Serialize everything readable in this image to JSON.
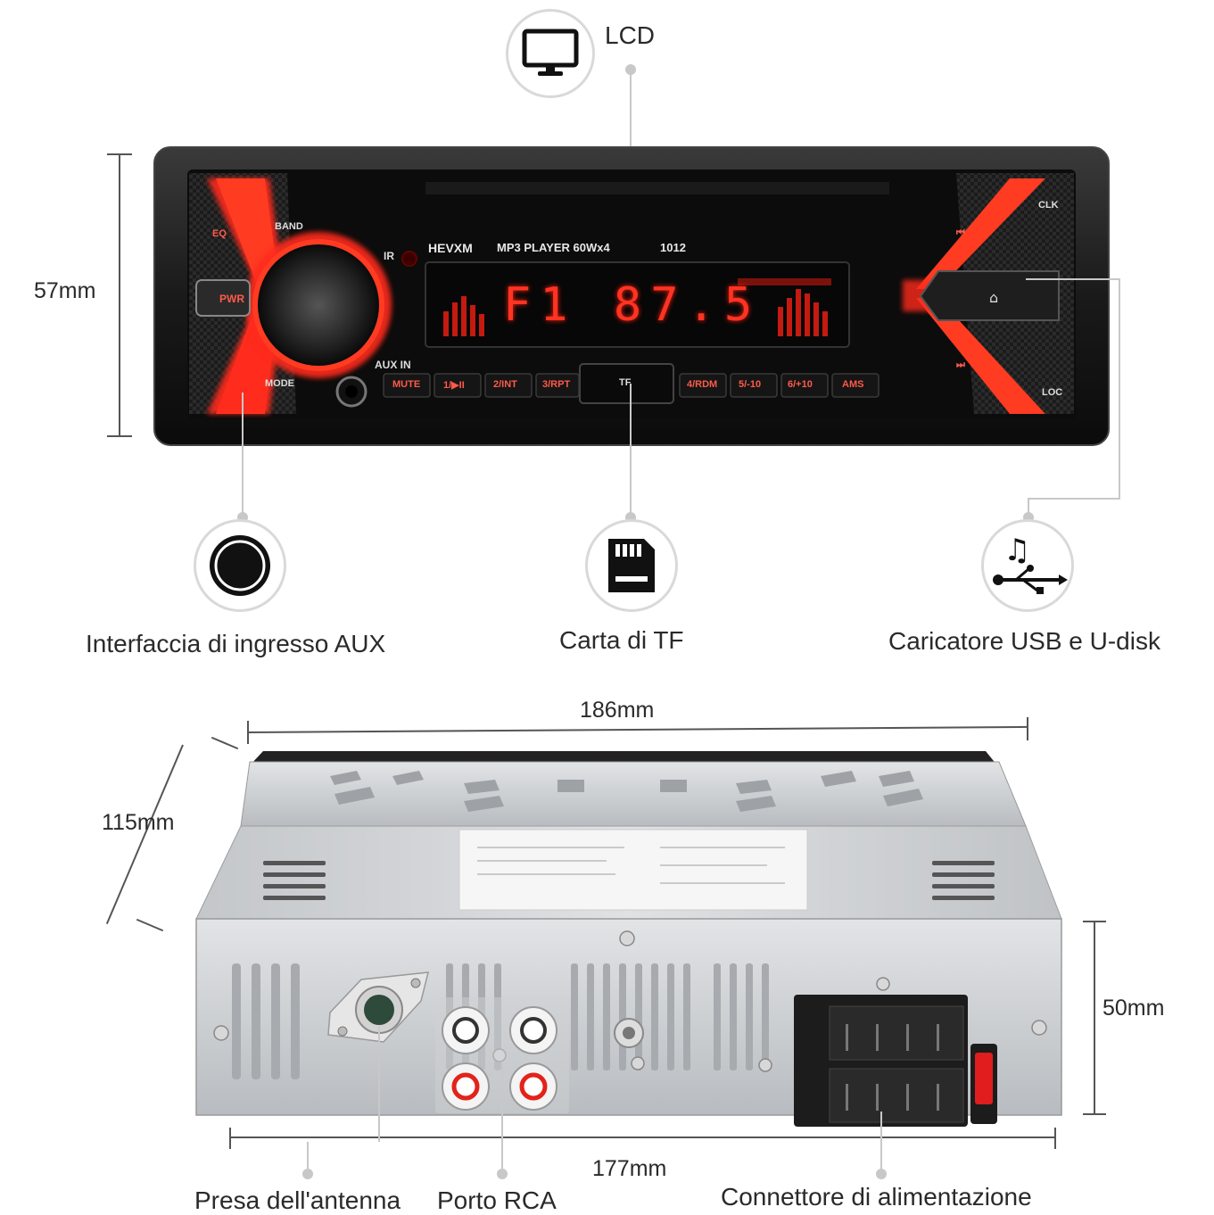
{
  "front": {
    "brand": "HEVXM",
    "model": "MP3 PLAYER 60Wx4",
    "number": "1012",
    "display": "F1 87.5",
    "knob_labels": {
      "eq": "EQ",
      "band": "BAND",
      "pwr": "PWR",
      "mode": "MODE",
      "ir": "IR",
      "aux_in": "AUX IN",
      "clk": "CLK",
      "loc": "LOC"
    },
    "buttons": [
      "MUTE",
      "1/▶II",
      "2/INT",
      "3/RPT",
      "TF",
      "4/RDM",
      "5/-10",
      "6/+10",
      "AMS"
    ]
  },
  "callouts": {
    "lcd": "LCD",
    "aux": "Interfaccia di ingresso AUX",
    "tf": "Carta di TF",
    "usb": "Caricatore USB e U-disk",
    "antenna": "Presa dell'antenna",
    "rca": "Porto RCA",
    "power": "Connettore di alimentazione"
  },
  "dimensions": {
    "height_front": "57mm",
    "width_top": "186mm",
    "depth": "115mm",
    "height_back": "50mm",
    "width_back": "177mm"
  },
  "icons": {
    "lcd": "monitor-icon",
    "aux": "aux-jack-icon",
    "tf": "sd-card-icon",
    "usb": "usb-music-icon"
  },
  "colors": {
    "led_red": "#ff2a1a",
    "panel": "#111111",
    "chassis": "#c9cccf",
    "callout_gray": "#c8c8c8"
  }
}
